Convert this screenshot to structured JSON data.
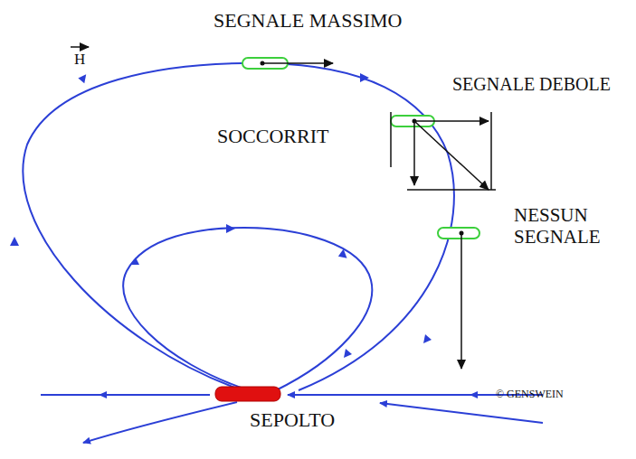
{
  "diagram": {
    "labels": [
      "SEGNALE MASSIMO",
      "H",
      "SEGNALE DEBOLE",
      "SOCCORRIT",
      "NESSUN SEGNALE",
      "SEPOLTO",
      "© GENSWEIN"
    ]
  }
}
